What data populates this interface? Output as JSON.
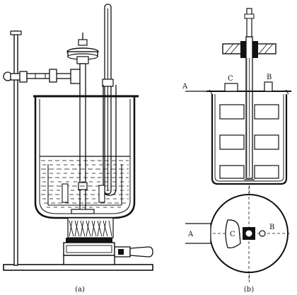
{
  "figure": {
    "left_caption": "(a)",
    "right_caption": "(b)",
    "labels": {
      "a_side": "A",
      "c_side": "C",
      "b_side": "B",
      "a_plan": "A",
      "c_plan": "C",
      "b_plan": "B"
    }
  }
}
